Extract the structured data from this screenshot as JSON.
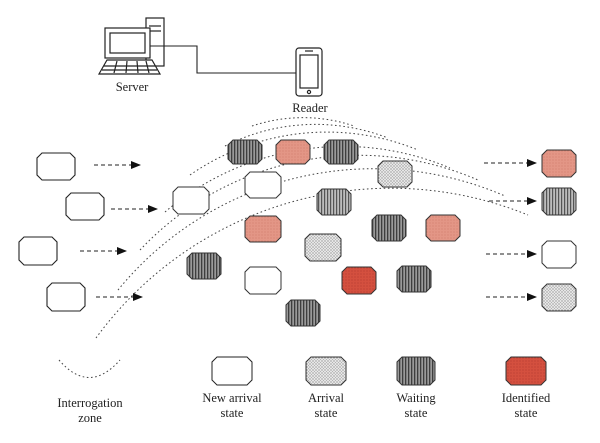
{
  "server": {
    "label": "Server"
  },
  "reader": {
    "label": "Reader"
  },
  "legend": {
    "zone": [
      "Interrogation",
      "zone"
    ],
    "new_arrival": [
      "New arrival",
      "state"
    ],
    "arrival": [
      "Arrival",
      "state"
    ],
    "waiting": [
      "Waiting",
      "state"
    ],
    "identified": [
      "Identified",
      "state"
    ]
  },
  "colors": {
    "identified": "#e8998a",
    "identified_dark": "#d0453a",
    "waiting": "#6d6d6d",
    "arrival": "#d2d2d2",
    "new_arrival": "#ffffff"
  }
}
